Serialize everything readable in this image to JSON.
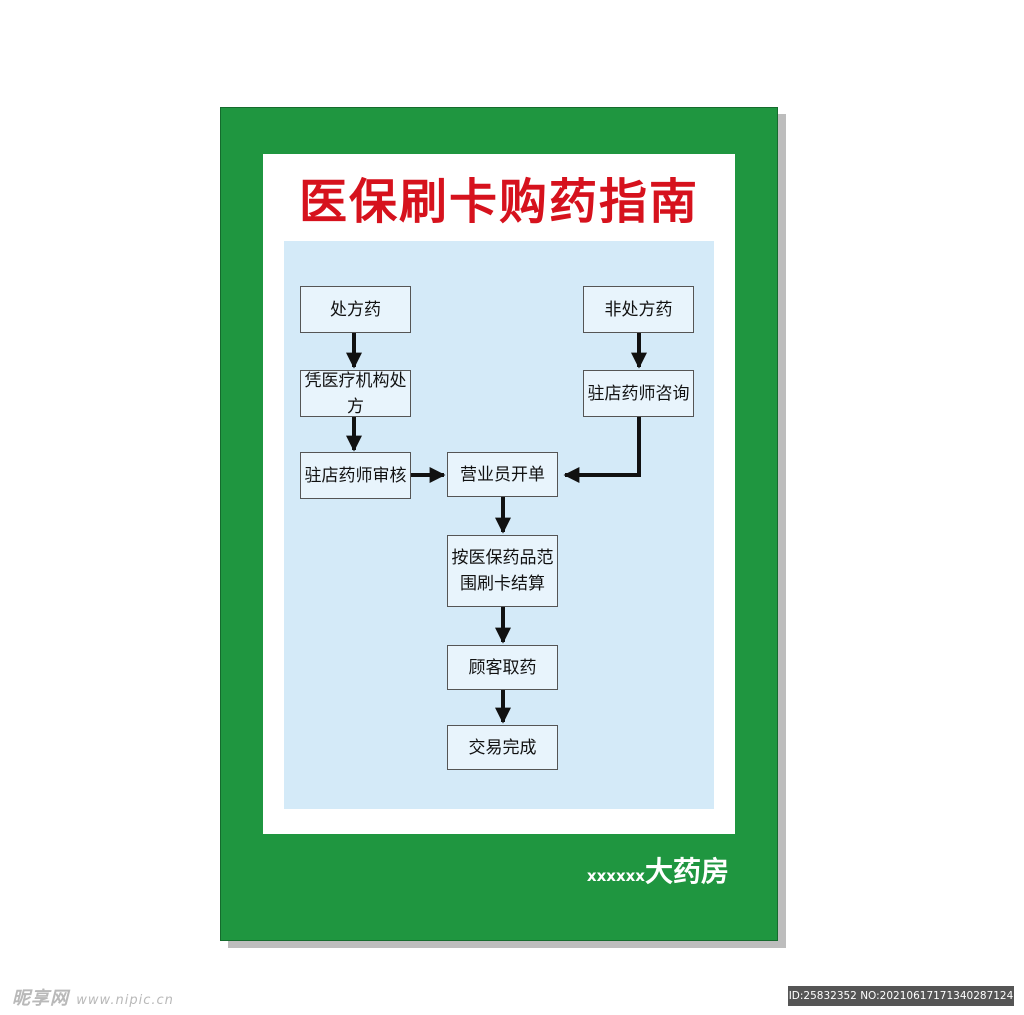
{
  "poster": {
    "title": "医保刷卡购药指南",
    "store_prefix": "xxxxxx",
    "store_name": "大药房"
  },
  "flow": {
    "nodes": {
      "rx": "处方药",
      "rx_voucher": "凭医疗机构处方",
      "rx_review": "驻店药师审核",
      "otc": "非处方药",
      "otc_consult": "驻店药师咨询",
      "clerk": "营业员开单",
      "settle_line1": "按医保药品范",
      "settle_line2": "围刷卡结算",
      "pickup": "顾客取药",
      "done": "交易完成"
    }
  },
  "watermark": {
    "left_brand": "昵享网",
    "left_url": "www.nipic.cn",
    "right_id": "ID:25832352 NO:20210617171340287124"
  },
  "colors": {
    "poster_green": "#1f9640",
    "title_red": "#d6121d",
    "panel_blue": "#d4eaf8"
  }
}
